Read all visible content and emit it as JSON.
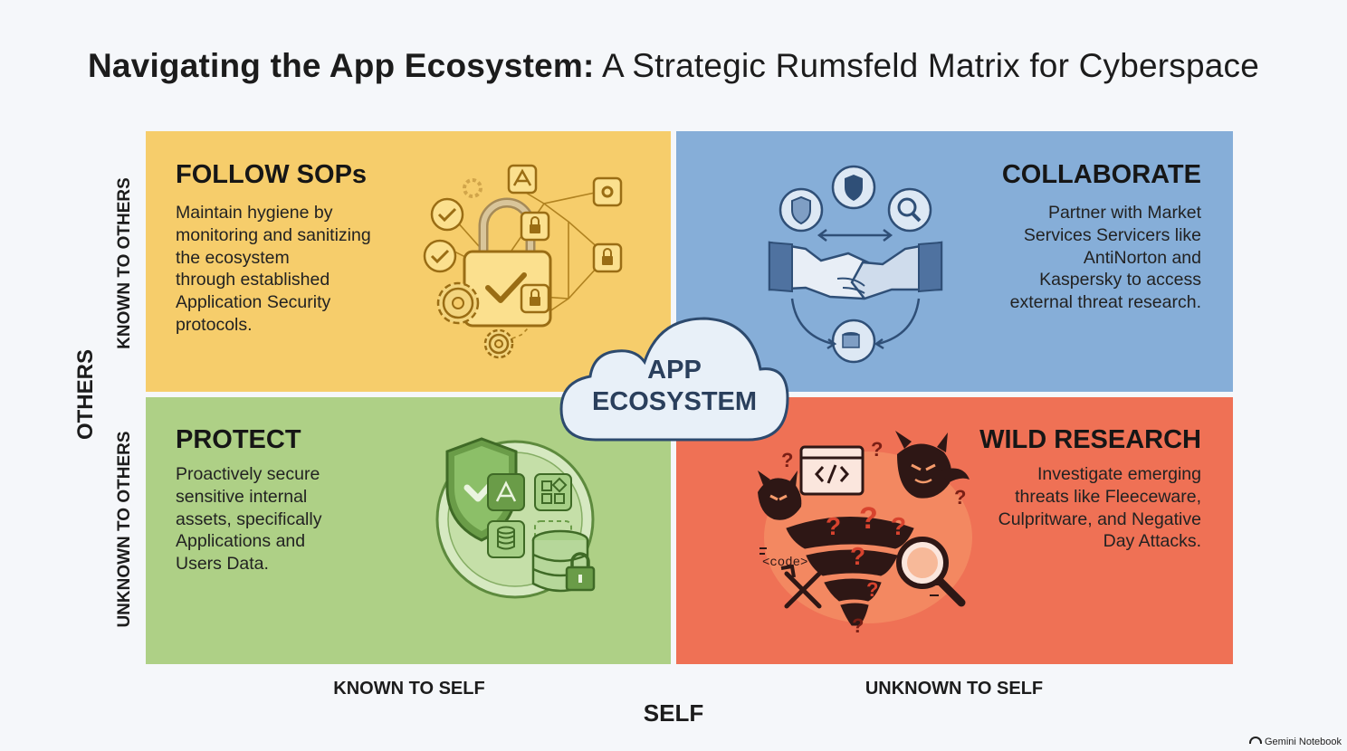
{
  "title": {
    "bold": "Navigating the App Ecosystem:",
    "rest": " A Strategic Rumsfeld Matrix for Cyberspace"
  },
  "quadrants": {
    "top_left": {
      "heading": "FOLLOW SOPs",
      "lines": [
        "Maintain hygiene by",
        "monitoring and sanitizing",
        "the ecosystem",
        "through established",
        "Application Security",
        "protocols."
      ],
      "color": "#f6cd6b",
      "icon": "padlock-network-icon"
    },
    "top_right": {
      "heading": "COLLABORATE",
      "lines": [
        "Partner with Market",
        "Services Servicers like",
        "AntiNorton and",
        "Kaspersky to access",
        "external threat research."
      ],
      "color": "#86aed8",
      "icon": "handshake-icon"
    },
    "bottom_left": {
      "heading": "PROTECT",
      "lines": [
        "Proactively secure",
        "sensitive internal",
        "assets, specifically",
        "Applications and",
        "Users Data."
      ],
      "color": "#aed086",
      "icon": "shield-database-icon"
    },
    "bottom_right": {
      "heading": "WILD RESEARCH",
      "lines": [
        "Investigate emerging",
        "threats like Fleeceware,",
        "Culpritware, and Negative",
        "Day Attacks."
      ],
      "color": "#ef7155",
      "icon": "tornado-threat-icon"
    }
  },
  "center": {
    "line1": "APP",
    "line2": "ECOSYSTEM"
  },
  "axes": {
    "y_title": "OTHERS",
    "y_top": "KNOWN TO OTHERS",
    "y_bottom": "UNKNOWN TO OTHERS",
    "x_title": "SELF",
    "x_left": "KNOWN TO SELF",
    "x_right": "UNKNOWN TO SELF"
  },
  "illustration": {
    "code_tag": "<code>",
    "question_mark": "?"
  },
  "watermark": "Gemini Notebook"
}
